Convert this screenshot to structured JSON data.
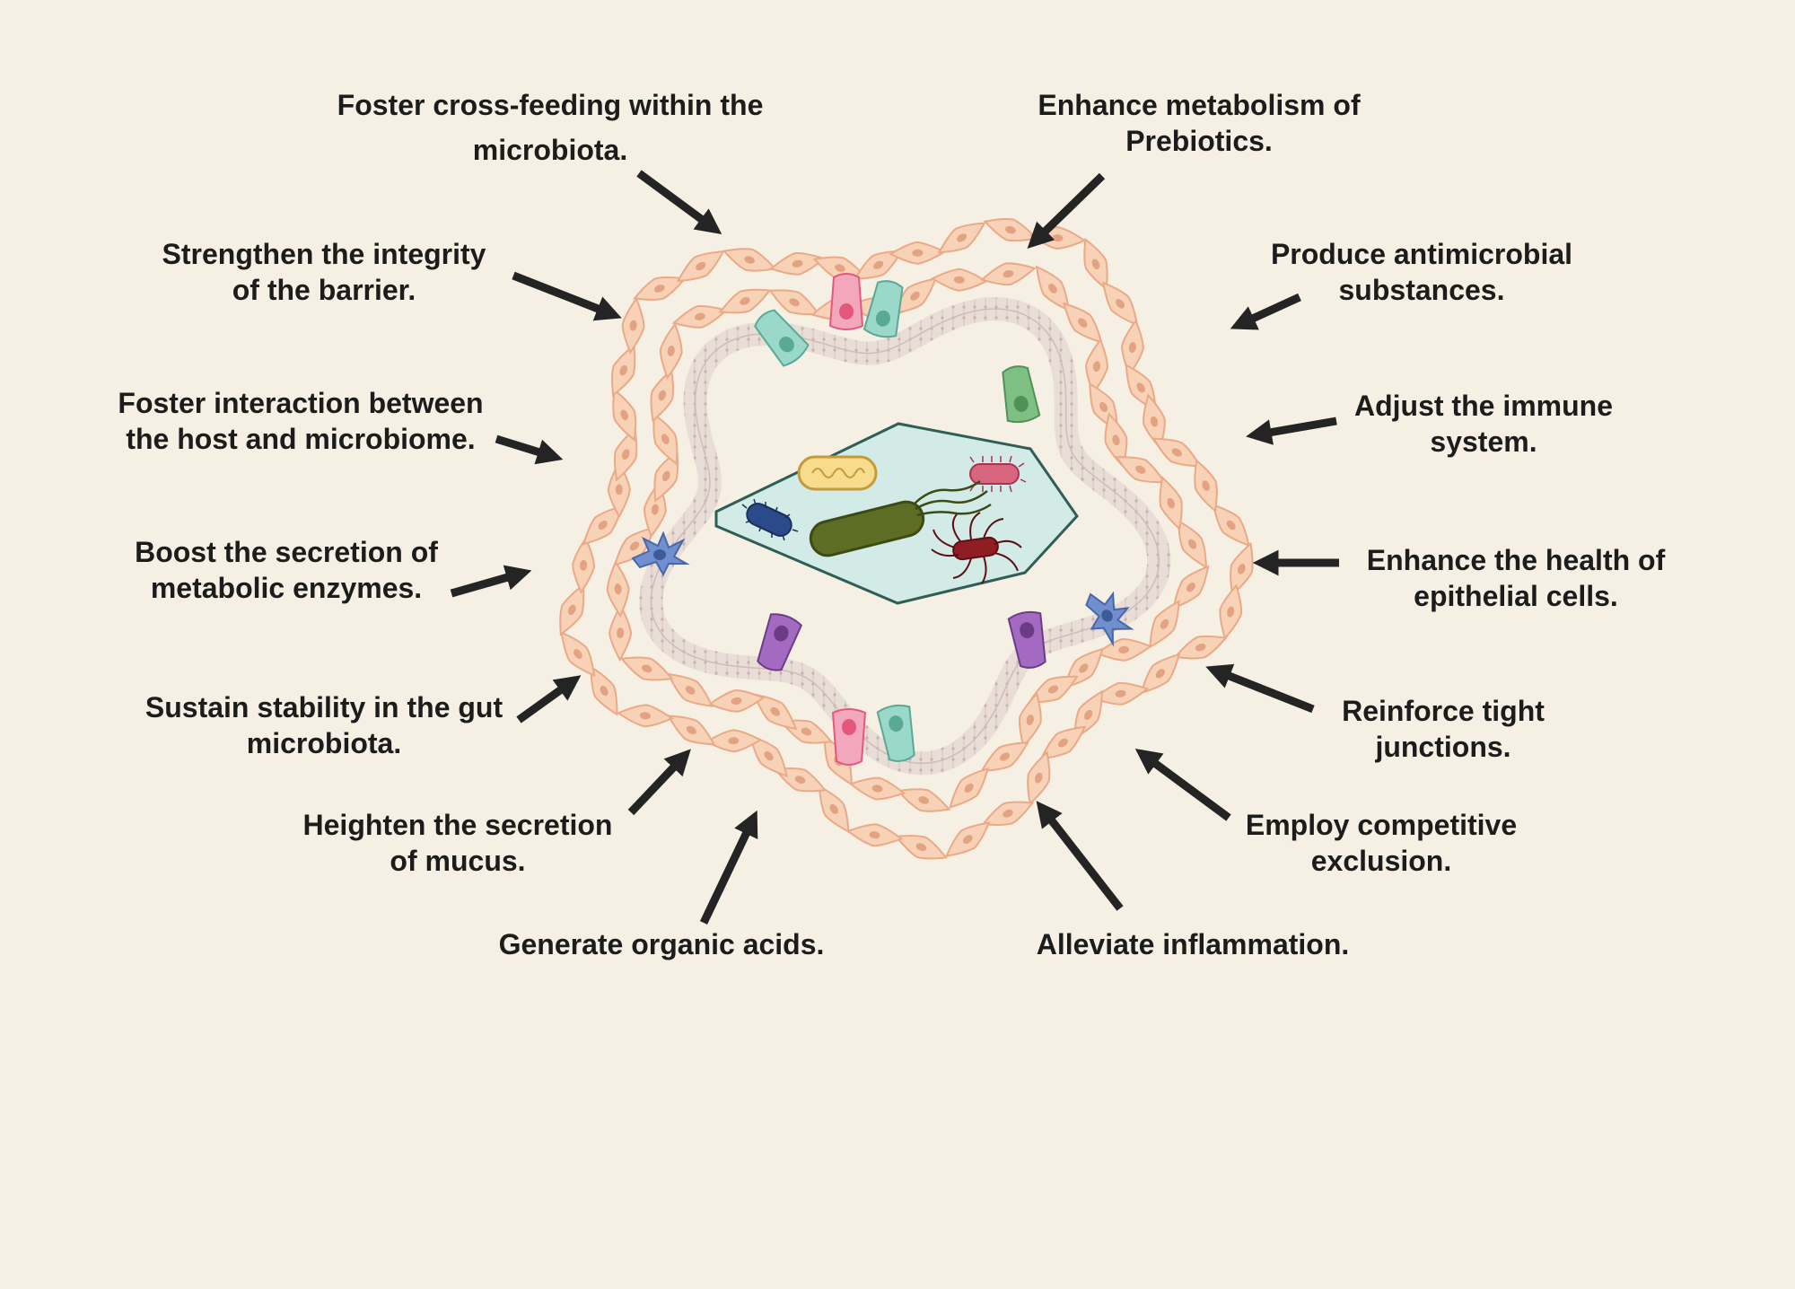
{
  "colors": {
    "background": "#f5f0e3",
    "text": "#1c1c1c",
    "arrow": "#242424",
    "fibroblast_fill": "#f7d2b7",
    "fibroblast_stroke": "#eaa987",
    "fibroblast_nucleus": "#e3a282",
    "epithelium_fill": "#e9ddd8",
    "epithelium_stroke": "#cfbcb6",
    "lumen_fill": "#d3ebe6",
    "lumen_stroke": "#2f5e55",
    "goblet_pink": "#f2a7bd",
    "goblet_nucleus": "#e4587b",
    "enteroendocrine_teal": "#9ad8c9",
    "tuft_purple": "#a46ac2",
    "immune_blue": "#6f8fcf",
    "paneth_green": "#7fbf83"
  },
  "icons": [
    "fibroblast-cell-icon",
    "intestinal-epithelium-icon",
    "goblet-cell-icon",
    "enteroendocrine-cell-icon",
    "tuft-cell-icon",
    "dendritic-cell-icon",
    "paneth-cell-icon",
    "flagellated-bacterium-icon",
    "rod-bacterium-icon",
    "fimbriated-bacterium-icon",
    "arrow-icon"
  ],
  "labels": [
    {
      "id": "cross-feeding",
      "lines": [
        "Foster cross-feeding within the",
        "microbiota."
      ]
    },
    {
      "id": "prebiotics",
      "lines": [
        "Enhance metabolism of",
        "Prebiotics."
      ]
    },
    {
      "id": "barrier-integrity",
      "lines": [
        "Strengthen the integrity",
        "of the barrier."
      ]
    },
    {
      "id": "antimicrobial",
      "lines": [
        "Produce antimicrobial",
        "substances."
      ]
    },
    {
      "id": "host-microbiome",
      "lines": [
        "Foster interaction between",
        "the host and microbiome."
      ]
    },
    {
      "id": "immune-system",
      "lines": [
        "Adjust the immune",
        "system."
      ]
    },
    {
      "id": "metabolic-enzymes",
      "lines": [
        "Boost the secretion of",
        "metabolic enzymes."
      ]
    },
    {
      "id": "epithelial-health",
      "lines": [
        "Enhance the health of",
        "epithelial cells."
      ]
    },
    {
      "id": "gut-stability",
      "lines": [
        "Sustain stability in the gut",
        "microbiota."
      ]
    },
    {
      "id": "tight-junctions",
      "lines": [
        "Reinforce tight",
        "junctions."
      ]
    },
    {
      "id": "mucus-secretion",
      "lines": [
        "Heighten the secretion",
        "of mucus."
      ]
    },
    {
      "id": "competitive-exclusion",
      "lines": [
        "Employ competitive",
        "exclusion."
      ]
    },
    {
      "id": "organic-acids",
      "lines": [
        "Generate organic acids."
      ]
    },
    {
      "id": "inflammation",
      "lines": [
        "Alleviate inflammation."
      ]
    }
  ]
}
